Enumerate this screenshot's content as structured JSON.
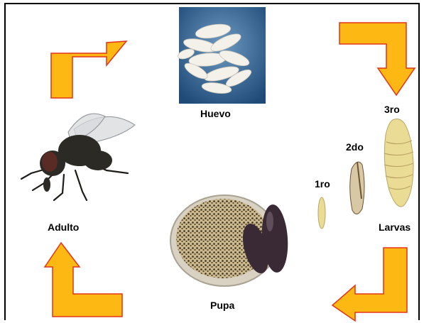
{
  "colors": {
    "arrow_fill": "#fdb813",
    "arrow_stroke": "#e0341a",
    "egg_background": "#2f5f8f",
    "egg": "#f4f1ea",
    "larva": "#eadc95",
    "larva_dark": "#6b5436",
    "pupa": "#3a2a36",
    "dish": "#d9d2c2",
    "fly_body": "#2b2a24"
  },
  "stages": {
    "egg": {
      "label": "Huevo",
      "icon": "egg-cluster-icon"
    },
    "larvae": {
      "label": "Larvas",
      "instars": [
        {
          "label": "1ro",
          "icon": "first-instar-larva-icon"
        },
        {
          "label": "2do",
          "icon": "second-instar-larva-icon"
        },
        {
          "label": "3ro",
          "icon": "third-instar-larva-icon"
        }
      ]
    },
    "pupa": {
      "label": "Pupa",
      "icon": "pupa-dish-icon"
    },
    "adult": {
      "label": "Adulto",
      "icon": "housefly-icon"
    }
  },
  "arrows": [
    {
      "name": "arrow-adult-to-egg",
      "direction": "right"
    },
    {
      "name": "arrow-egg-to-larvae",
      "direction": "down"
    },
    {
      "name": "arrow-larvae-to-pupa",
      "direction": "left"
    },
    {
      "name": "arrow-pupa-to-adult",
      "direction": "up"
    }
  ]
}
